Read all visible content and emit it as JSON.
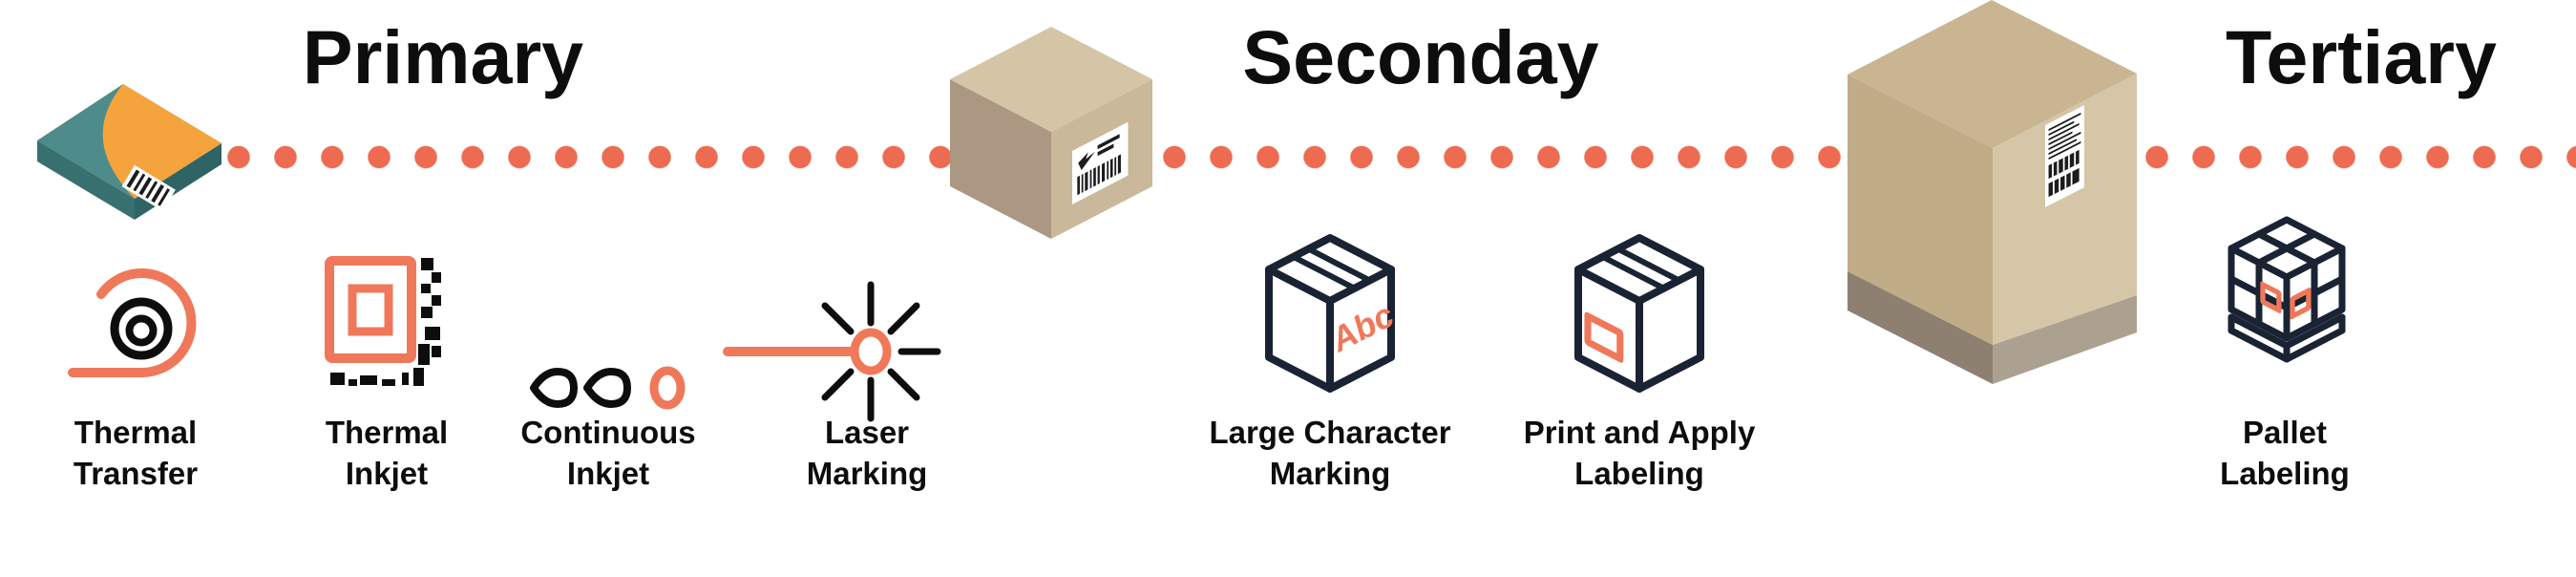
{
  "colors": {
    "background": "#FFFFFF",
    "dot_coral": "#ED6B50",
    "accent_orange": "#F0785A",
    "ink_black": "#0D0D0D",
    "icon_navy": "#1A2333",
    "pack_teal_top": "#4E8C8B",
    "pack_teal_left": "#38706F",
    "pack_teal_right": "#2E6564",
    "pack_label_orange": "#F5A43D",
    "carton_top": "#D4C5A6",
    "carton_left": "#AB9782",
    "carton_right": "#C9B899",
    "bigbox_top": "#C9B592",
    "bigbox_left": "#C0AC87",
    "bigbox_right": "#D5C6A8",
    "pallet_band_left": "#8E8071",
    "pallet_band_right": "#ACA090",
    "label_white": "#FFFFFF",
    "barcode_dark": "#1C1C1C"
  },
  "timeline": {
    "style": "dotted-line"
  },
  "stages": [
    {
      "title": "Primary",
      "package": "flexible-film-pack",
      "items": [
        {
          "label": "Thermal Transfer",
          "label_lines": [
            "Thermal",
            "Transfer"
          ],
          "icon": "thermal-transfer-icon"
        },
        {
          "label": "Thermal Inkjet",
          "label_lines": [
            "Thermal",
            "Inkjet"
          ],
          "icon": "thermal-inkjet-icon"
        },
        {
          "label": "Continuous Inkjet",
          "label_lines": [
            "Continuous",
            "Inkjet"
          ],
          "icon": "continuous-inkjet-icon"
        },
        {
          "label": "Laser Marking",
          "label_lines": [
            "Laser",
            "Marking"
          ],
          "icon": "laser-marking-icon"
        }
      ]
    },
    {
      "title": "Seconday",
      "package": "carton-box",
      "items": [
        {
          "label": "Large Character Marking",
          "label_lines": [
            "Large Character",
            "Marking"
          ],
          "icon": "large-character-marking-icon"
        },
        {
          "label": "Print and Apply Labeling",
          "label_lines": [
            "Print and Apply",
            "Labeling"
          ],
          "icon": "print-and-apply-labeling-icon"
        }
      ]
    },
    {
      "title": "Tertiary",
      "package": "palletized-case",
      "items": [
        {
          "label": "Pallet Labeling",
          "label_lines": [
            "Pallet",
            "Labeling"
          ],
          "icon": "pallet-labeling-icon"
        }
      ]
    }
  ],
  "icon_marking_text": "Abc"
}
